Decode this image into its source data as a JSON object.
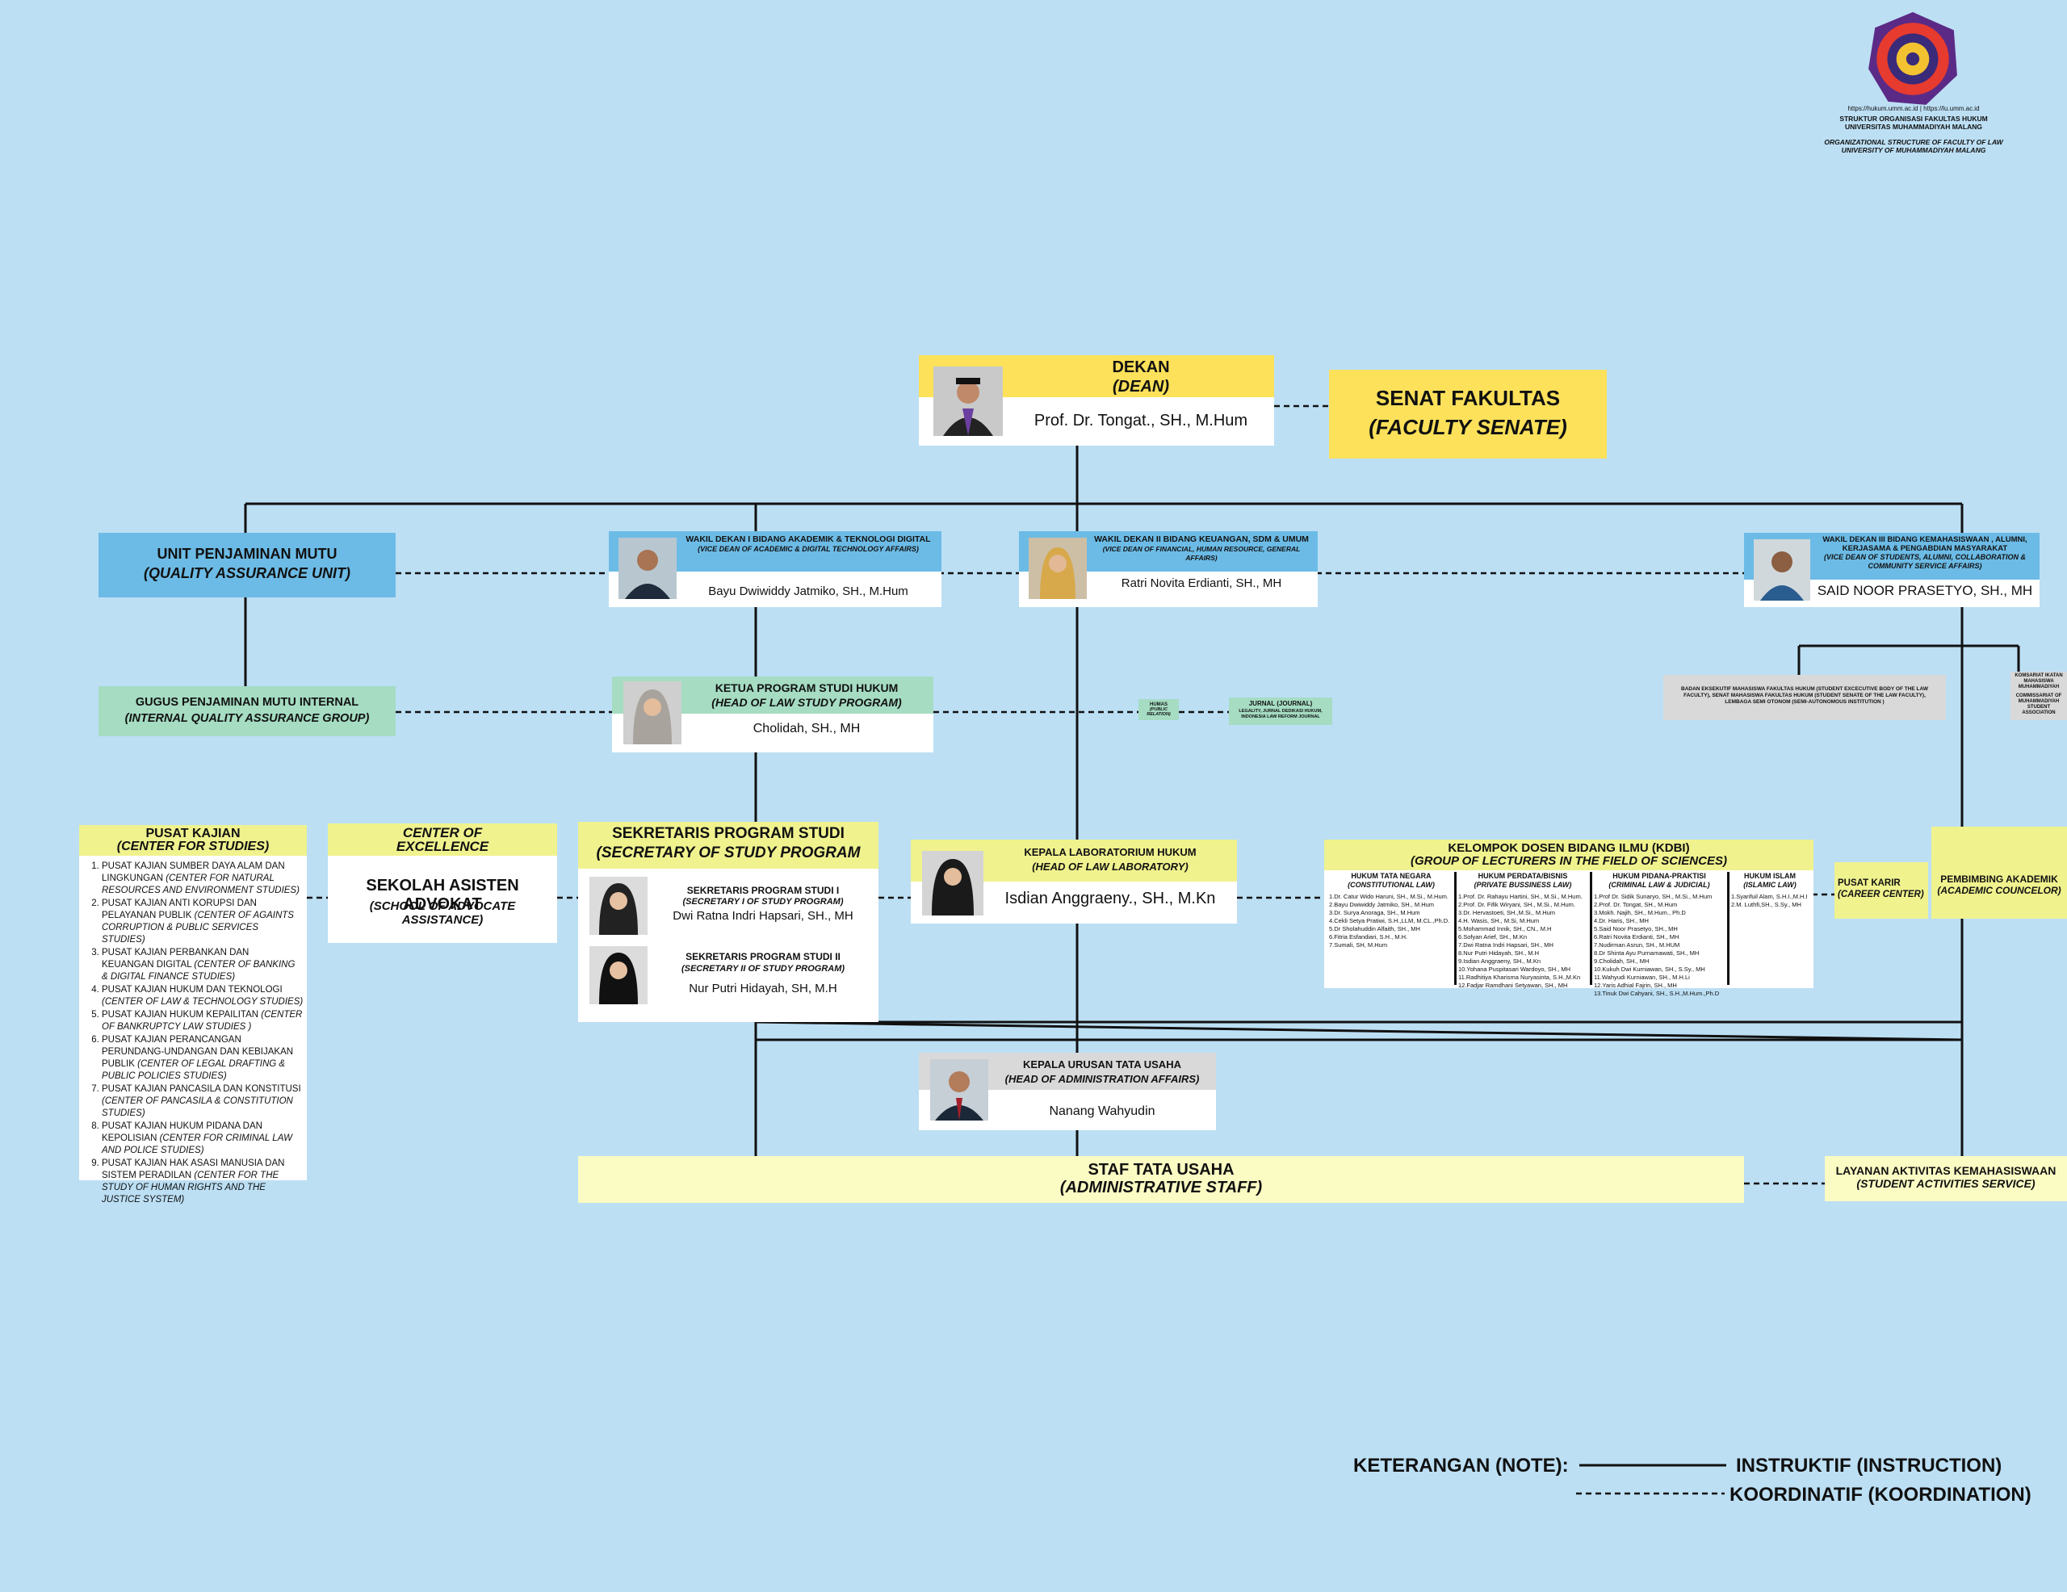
{
  "header": {
    "urls": "https://hukum.umm.ac.id | https://lu.umm.ac.id",
    "title_id_1": "STRUKTUR ORGANISASI FAKULTAS HUKUM",
    "title_id_2": "UNIVERSITAS MUHAMMADIYAH MALANG",
    "title_en_1": "ORGANIZATIONAL STRUCTURE OF FACULTY OF LAW",
    "title_en_2": "UNIVERSITY OF MUHAMMADIYAH MALANG",
    "colors": {
      "seal_outer": "#5b2a86",
      "seal_inner": "#e63b2e",
      "seal_core": "#f2c230"
    }
  },
  "dean": {
    "title": "DEKAN",
    "title_en": "(DEAN)",
    "name": "Prof. Dr. Tongat., SH., M.Hum"
  },
  "senate": {
    "title": "SENAT FAKULTAS",
    "title_en": "(FACULTY SENATE)"
  },
  "qa_unit": {
    "title": "UNIT PENJAMINAN MUTU",
    "title_en": "(QUALITY ASSURANCE UNIT)"
  },
  "qa_group": {
    "title": "GUGUS PENJAMINAN MUTU INTERNAL",
    "title_en": "(INTERNAL QUALITY ASSURANCE GROUP)"
  },
  "vice_dean_1": {
    "title": "WAKIL DEKAN I  BIDANG AKADEMIK & TEKNOLOGI DIGITAL",
    "title_en": "(VICE DEAN OF ACADEMIC & DIGITAL TECHNOLOGY AFFAIRS)",
    "name": "Bayu Dwiwiddy Jatmiko, SH., M.Hum"
  },
  "vice_dean_2": {
    "title": "WAKIL DEKAN II  BIDANG KEUANGAN, SDM & UMUM",
    "title_en": "(VICE DEAN OF FINANCIAL, HUMAN RESOURCE, GENERAL AFFAIRS)",
    "name": "Ratri Novita Erdianti, SH., MH"
  },
  "vice_dean_3": {
    "title": "WAKIL DEKAN III  BIDANG KEMAHASISWAAN , ALUMNI, KERJASAMA & PENGABDIAN MASYARAKAT",
    "title_en": "(VICE DEAN OF STUDENTS, ALUMNI, COLLABORATION & COMMUNITY SERVICE AFFAIRS)",
    "name": "SAID NOOR PRASETYO, SH., MH"
  },
  "head_program": {
    "title": "KETUA PROGRAM STUDI HUKUM",
    "title_en": "(HEAD OF LAW STUDY PROGRAM)",
    "name": "Cholidah, SH., MH"
  },
  "humas": {
    "title": "HUMAS",
    "title_en": "(PUBLIC RELATION)"
  },
  "jurnal": {
    "title": "JURNAL (JOURNAL)",
    "sub": "LEGALITY, JURNAL DEDIKASI HUKUM, INDONESIA LAW REFORM JOURNAL"
  },
  "student_bodies": {
    "exec": "BADAN EKSEKUTIF MAHASISWA FAKULTAS HUKUM (STUDENT EXCECUTIVE BODY OF THE LAW FACULTY), SENAT MAHASISWA FAKULTAS HUKUM (STUDENT SENATE OF THE LAW FACULTY), LEMBAGA SEMI OTONOM (SEMI-AUTONOMOUS INSTITUTION )",
    "komisariat": "KOMSARIAT IKATAN MAHASISWA MUHAMMADIYAH",
    "komisariat_en": "COMMISSARIAT OF MUHAMMADIYAH STUDENT ASSOCIATION"
  },
  "center_studies": {
    "title": "PUSAT KAJIAN",
    "title_en": "(CENTER FOR STUDIES)",
    "items": [
      {
        "text": "PUSAT KAJIAN SUMBER DAYA ALAM DAN LINGKUNGAN ",
        "en": "(CENTER FOR NATURAL RESOURCES AND ENVIRONMENT STUDIES)"
      },
      {
        "text": "PUSAT KAJIAN ANTI KORUPSI DAN PELAYANAN PUBLIK ",
        "en": "(CENTER OF AGAINTS CORRUPTION & PUBLIC SERVICES STUDIES)"
      },
      {
        "text": "PUSAT KAJIAN PERBANKAN DAN KEUANGAN DIGITAL ",
        "en": "(CENTER OF BANKING & DIGITAL FINANCE STUDIES)"
      },
      {
        "text": "PUSAT KAJIAN HUKUM DAN TEKNOLOGI ",
        "en": "(CENTER OF  LAW & TECHNOLOGY STUDIES)"
      },
      {
        "text": "PUSAT KAJIAN HUKUM KEPAILITAN ",
        "en": "(CENTER OF BANKRUPTCY LAW STUDIES )"
      },
      {
        "text": "PUSAT KAJIAN PERANCANGAN PERUNDANG-UNDANGAN DAN KEBIJAKAN PUBLIK ",
        "en": "(CENTER OF LEGAL DRAFTING & PUBLIC POLICIES STUDIES)"
      },
      {
        "text": "PUSAT KAJIAN PANCASILA DAN KONSTITUSI ",
        "en": "(CENTER OF  PANCASILA & CONSTITUTION STUDIES)"
      },
      {
        "text": "PUSAT KAJIAN HUKUM PIDANA DAN KEPOLISIAN ",
        "en": "(CENTER FOR CRIMINAL LAW AND POLICE STUDIES)"
      },
      {
        "text": "PUSAT KAJIAN HAK ASASI MANUSIA DAN SISTEM PERADILAN ",
        "en": "(CENTER FOR THE STUDY OF HUMAN RIGHTS AND THE JUSTICE SYSTEM)"
      }
    ]
  },
  "excellence": {
    "title": "CENTER OF",
    "title2": "EXCELLENCE",
    "name": "SEKOLAH ASISTEN ADVOKAT",
    "name_en": "(SCHOOL OF ADVOCATE ASSISTANCE)"
  },
  "secretary": {
    "title": "SEKRETARIS PROGRAM STUDI",
    "title_en": "(SECRETARY OF STUDY PROGRAM",
    "s1_title": "SEKRETARIS PROGRAM STUDI I",
    "s1_title_en": "(SECRETARY I OF STUDY PROGRAM)",
    "s1_name": "Dwi Ratna Indri Hapsari, SH., MH",
    "s2_title": "SEKRETARIS PROGRAM STUDI II",
    "s2_title_en": "(SECRETARY II OF STUDY PROGRAM)",
    "s2_name": "Nur Putri Hidayah, SH, M.H"
  },
  "lab": {
    "title": "KEPALA LABORATORIUM HUKUM",
    "title_en": "(HEAD OF LAW LABORATORY)",
    "name": "Isdian Anggraeny., SH., M.Kn"
  },
  "kdbi": {
    "title": "KELOMPOK DOSEN BIDANG ILMU (KDBI)",
    "title_en": "(GROUP OF LECTURERS IN THE FIELD OF SCIENCES)",
    "columns": [
      {
        "h": "HUKUM TATA NEGARA",
        "h_en": "(CONSTITUTIONAL LAW)",
        "rows": [
          "1.Dr. Catur Wido Haruni, SH., M.Si., M.Hum.",
          "2.Bayu Dwiwiddy Jatmiko, SH., M.Hum",
          "3.Dr. Surya Anoraga, SH., M.Hum",
          "4.Cekli Setya Pratiwi, S.H.,LLM, M.CL.,Ph.D.",
          "5.Dr Sholahuddin Alfaith, SH., MH",
          "6.Fitria Esfandiari, S.H., M.H.",
          "7.Sumali, SH, M.Hum"
        ]
      },
      {
        "h": "HUKUM PERDATA/BISNIS",
        "h_en": "(PRIVATE BUSSINESS LAW)",
        "rows": [
          "1.Prof. Dr. Rahayu Hartini, SH., M.Si., M.Hum.",
          "2.Prof. Dr. Fifik Wiryani, SH., M.Si., M.Hum.",
          "3.Dr. Hervastoeti, SH.,M.Si., M.Hum",
          "4.H. Wasis, SH., M.Si, M.Hum",
          "5.Mohammad Innik, SH., CN., M.H",
          "6.Sofyan Arief, SH., M.Kn",
          "7.Dwi Ratna Indri Hapsari, SH., MH",
          "8.Nur Putri Hidayah, SH., M.H",
          "9.Isdian Anggraeny, SH., M.Kn",
          "10.Yohana Puspitasari Wardoyo, SH., MH",
          "11.Radhitiya Kharisma Nuryasinta, S.H.,M.Kn",
          "12.Fadjar Ramdhani Setyawan, SH., MH"
        ]
      },
      {
        "h": "HUKUM PIDANA-PRAKTISI",
        "h_en": "(CRIMINAL LAW & JUDICIAL)",
        "rows": [
          "1.Prof Dr. Sidik Sunaryo, SH., M.Si., M.Hum",
          "2.Prof. Dr. Tongat, SH., M.Hum",
          "3.Mokh. Najih, SH., M.Hum., Ph.D",
          "4.Dr. Haris, SH., MH",
          "5.Said Noor Prasetyo, SH., MH",
          "6.Ratri Novita Erdianti, SH., MH",
          "7.Nudirman Asrun, SH., M.HUM",
          "8.Dr Shinta Ayu Purnamawati, SH., MH",
          "9.Cholidah, SH., MH",
          "10.Kukuh Dwi Kurniawan, SH., S.Sy., MH",
          "11.Wahyudi Kurniawan, SH., M.H.Li",
          "12.Yaris Adhial Fajrin, SH., MH",
          "13.Tinuk Dwi Cahyani, SH., S.H.,M.Hum.,Ph.D"
        ]
      },
      {
        "h": "HUKUM ISLAM",
        "h_en": "(ISLAMIC LAW)",
        "rows": [
          "1.Syarifuil Alam, S.H.I.,M.H.I",
          "2.M. Luthfi,SH., S.Sy., MH"
        ]
      }
    ]
  },
  "career": {
    "title": "PUSAT KARIR",
    "title_en": "(CAREER CENTER)"
  },
  "counselor": {
    "title": "PEMBIMBING AKADEMIK",
    "title_en": "(ACADEMIC COUNCELOR)"
  },
  "admin_head": {
    "title": "KEPALA URUSAN TATA USAHA",
    "title_en": "(HEAD OF ADMINISTRATION  AFFAIRS)",
    "name": "Nanang Wahyudin"
  },
  "staff": {
    "title": "STAF TATA USAHA",
    "title_en": "(ADMINISTRATIVE STAFF)"
  },
  "student_service": {
    "title": "LAYANAN AKTIVITAS  KEMAHASISWAAN",
    "title_en": "(STUDENT ACTIVITIES SERVICE)"
  },
  "legend": {
    "label": "KETERANGAN (NOTE):",
    "solid": "INSTRUKTIF (INSTRUCTION)",
    "dashed": "KOORDINATIF (KOORDINATION)"
  }
}
